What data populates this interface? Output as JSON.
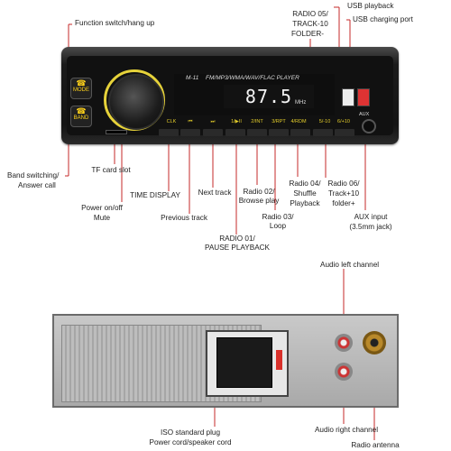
{
  "top_labels": {
    "function_switch": "Function switch/hang up",
    "radio05": "RADIO 05/",
    "track10": "TRACK-10",
    "folder_minus": "FOLDER-",
    "usb_playback": "USB playback",
    "usb_charging": "USB charging port"
  },
  "bottom_labels": {
    "band": "Band switching/",
    "answer": "Answer call",
    "tf_card": "TF card slot",
    "power1": "Power on/off",
    "power2": "Mute",
    "time_display": "TIME DISPLAY",
    "prev_track": "Previous track",
    "next_track": "Next track",
    "radio01a": "RADIO 01/",
    "radio01b": "PAUSE PLAYBACK",
    "radio02a": "Radio 02/",
    "radio02b": "Browse play",
    "radio03a": "Radio 03/",
    "radio03b": "Loop",
    "radio04a": "Radio 04/",
    "radio04b": "Shuffle",
    "radio04c": "Playback",
    "radio06a": "Radio 06/",
    "radio06b": "Track+10",
    "radio06c": "folder+",
    "aux1": "AUX input",
    "aux2": "(3.5mm jack)"
  },
  "back_labels": {
    "audio_left": "Audio left channel",
    "audio_right": "Audio right channel",
    "iso1": "ISO standard plug",
    "iso2": "Power cord/speaker cord",
    "antenna": "Radio antenna"
  },
  "device": {
    "model": "M-11",
    "player_text": "FM/MP3/WMA/WAV/FLAC  PLAYER",
    "display_value": "87.5",
    "display_unit": "MHz",
    "mode_btn": "MODE",
    "band_btn": "BAND",
    "aux_text": "AUX",
    "buttons": [
      "CLK",
      "⏮",
      "⏭",
      "1/▶II",
      "2/INT",
      "3/RPT",
      "4/RDM",
      "5/-10",
      "6/+10"
    ]
  },
  "colors": {
    "accent_yellow": "#e4cd2a",
    "usb_charge_red": "#d33333",
    "rca_red": "#cc3333"
  }
}
